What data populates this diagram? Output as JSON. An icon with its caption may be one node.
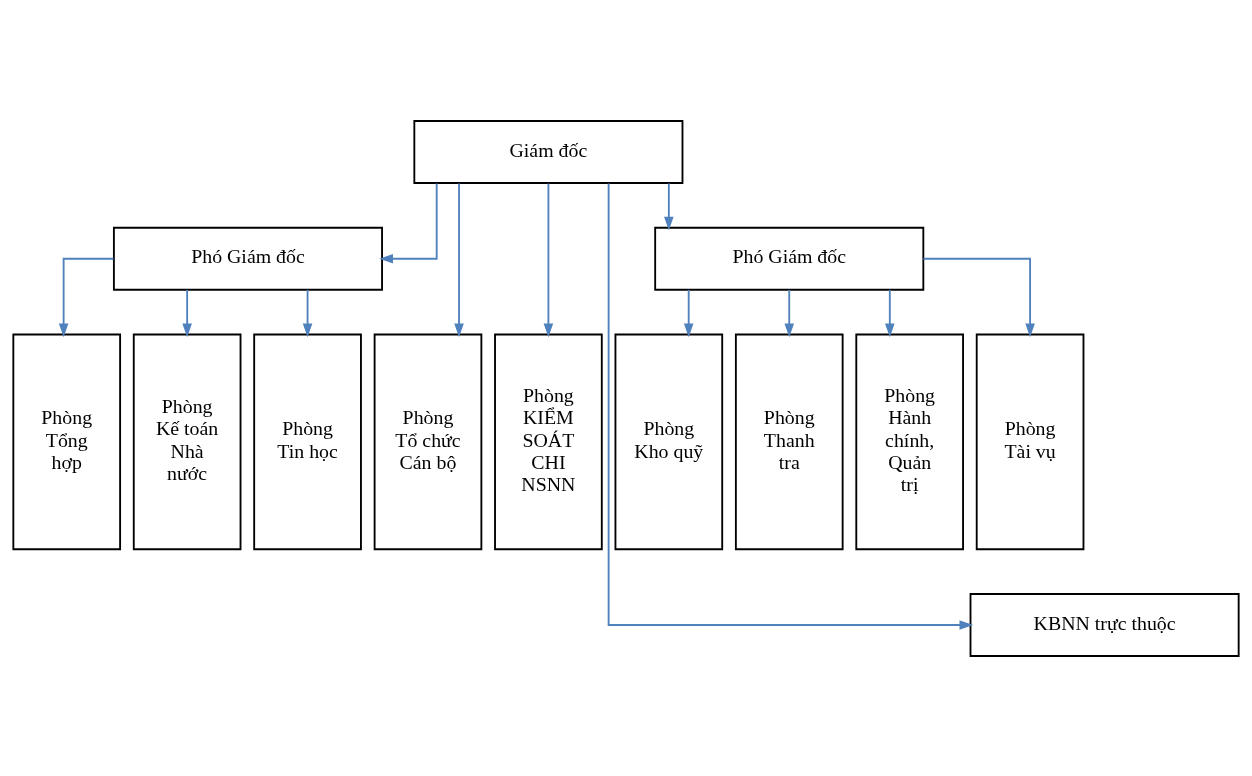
{
  "diagram": {
    "nodes": [
      {
        "text": [
          "Giám đốc"
        ]
      },
      {
        "text": [
          "Phó Giám đốc"
        ]
      },
      {
        "text": [
          "Phó Giám đốc"
        ]
      },
      {
        "text": [
          "Phòng Tổng hợp"
        ]
      },
      {
        "text": [
          "Phòng Kế toán Nhà nước"
        ]
      },
      {
        "text": [
          "Phòng Tin học"
        ]
      },
      {
        "text": [
          "Phòng Tổ chức Cán bộ"
        ]
      },
      {
        "text": [
          "Phòng KIỂM SOÁT CHI NSNN"
        ]
      },
      {
        "text": [
          "Phòng Kho quỹ"
        ]
      },
      {
        "text": [
          "Phòng Thanh tra"
        ]
      },
      {
        "text": [
          "Phòng Hành chính, Quản trị"
        ]
      },
      {
        "text": [
          "Phòng Tài vụ"
        ]
      },
      {
        "text": [
          "KBNN trực thuộc"
        ]
      }
    ],
    "edges": [
      {
        "from": 0,
        "to": 1,
        "arrow": "to"
      },
      {
        "from": 0,
        "to": 2,
        "arrow": "to"
      },
      {
        "from": 0,
        "to": 12,
        "arrow": "to"
      },
      {
        "from": 1,
        "to": 3,
        "arrow": "to"
      },
      {
        "from": 1,
        "to": 4,
        "arrow": "to"
      },
      {
        "from": 1,
        "to": 5,
        "arrow": "to"
      },
      {
        "from": 0,
        "to": 6,
        "arrow": "to"
      },
      {
        "from": 0,
        "to": 7,
        "arrow": "to"
      },
      {
        "from": 2,
        "to": 8,
        "arrow": "to"
      },
      {
        "from": 2,
        "to": 9,
        "arrow": "to"
      },
      {
        "from": 2,
        "to": 10,
        "arrow": "to"
      },
      {
        "from": 2,
        "to": 11,
        "arrow": "to"
      }
    ]
  }
}
